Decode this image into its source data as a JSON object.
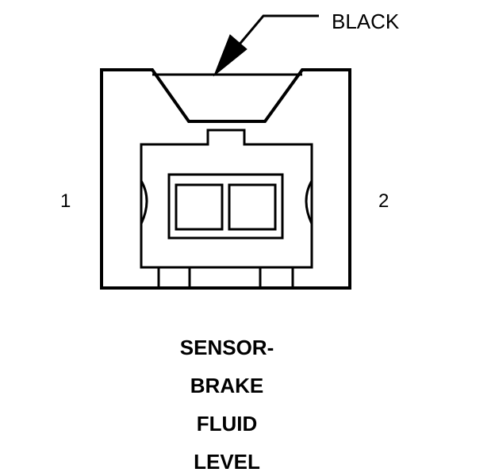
{
  "connector": {
    "color_label": "BLACK",
    "pins": [
      {
        "number": "1"
      },
      {
        "number": "2"
      }
    ],
    "name_lines": [
      "SENSOR-",
      "BRAKE",
      "FLUID",
      "LEVEL"
    ]
  },
  "colors": {
    "line": "#000000",
    "background": "#ffffff"
  }
}
